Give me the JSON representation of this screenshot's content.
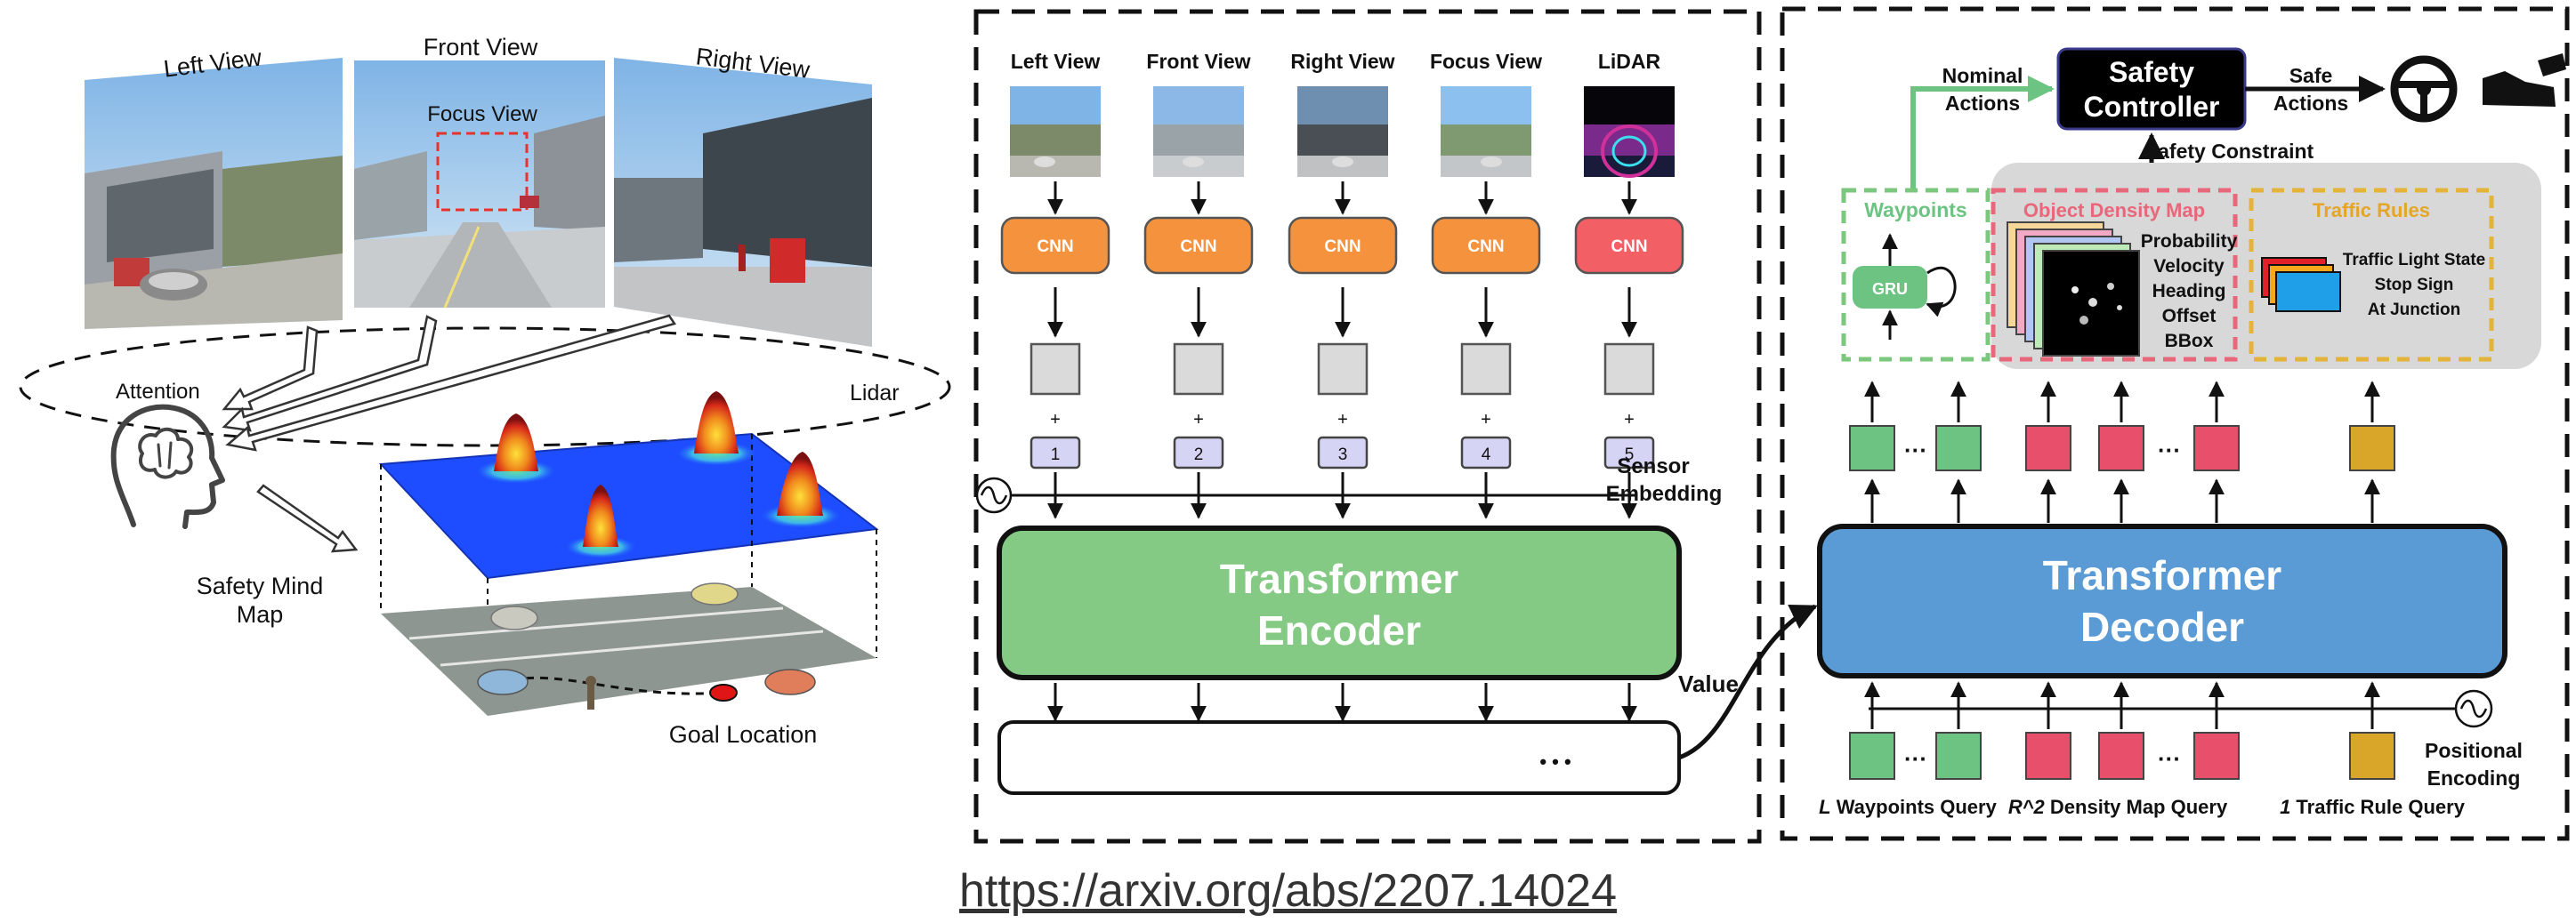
{
  "left_panel": {
    "left_view": "Left View",
    "front_view": "Front View",
    "right_view": "Right View",
    "focus_view": "Focus View",
    "attention": "Attention",
    "lidar": "Lidar",
    "safety_mind_map_line1": "Safety Mind",
    "safety_mind_map_line2": "Map",
    "goal_location": "Goal Location"
  },
  "encoder_panel": {
    "sensors": [
      {
        "label": "Left View",
        "encoder": "CNN",
        "embed": "1"
      },
      {
        "label": "Front View",
        "encoder": "CNN",
        "embed": "2"
      },
      {
        "label": "Right View",
        "encoder": "CNN",
        "embed": "3"
      },
      {
        "label": "Focus View",
        "encoder": "CNN",
        "embed": "4"
      },
      {
        "label": "LiDAR",
        "encoder": "CNN",
        "embed": "5"
      }
    ],
    "plus": "+",
    "sensor_embedding_line1": "Sensor",
    "sensor_embedding_line2": "Embedding",
    "encoder_line1": "Transformer",
    "encoder_line2": "Encoder",
    "ellipsis": "• • •",
    "value": "Value"
  },
  "decoder_panel": {
    "nominal_actions_line1": "Nominal",
    "nominal_actions_line2": "Actions",
    "safety_controller_line1": "Safety",
    "safety_controller_line2": "Controller",
    "safe_actions_line1": "Safe",
    "safe_actions_line2": "Actions",
    "safety_constraint": "Safety   Constraint",
    "waypoints": "Waypoints",
    "gru": "GRU",
    "object_density_map": "Object Density Map",
    "density_attributes": [
      "Probability",
      "Velocity",
      "Heading",
      "Offset",
      "BBox"
    ],
    "traffic_rules": "Traffic Rules",
    "traffic_attributes": [
      "Traffic Light State",
      "Stop Sign",
      "At Junction"
    ],
    "decoder_line1": "Transformer",
    "decoder_line2": "Decoder",
    "dots": "···",
    "positional_encoding_line1": "Positional",
    "positional_encoding_line2": "Encoding",
    "query_waypoints_italic": "L",
    "query_waypoints_rest": " Waypoints Query",
    "query_density_italic": "R^2",
    "query_density_rest": " Density Map Query",
    "query_traffic_italic": "1",
    "query_traffic_rest": " Traffic Rule Query"
  },
  "colors": {
    "cnn_orange": "#F5923E",
    "cnn_red": "#F25F64",
    "embed_purple": "#D6D4F5",
    "encoder_green": "#84C984",
    "decoder_blue": "#5B9BD5",
    "query_green": "#6DC381",
    "query_red": "#E84F6A",
    "query_gold": "#D9A62A",
    "waypoint_border": "#7BC77E",
    "density_border": "#E9677A",
    "traffic_border": "#E3B33A",
    "traffic_text": "#E3A628"
  },
  "footer_url": "https://arxiv.org/abs/2207.14024"
}
